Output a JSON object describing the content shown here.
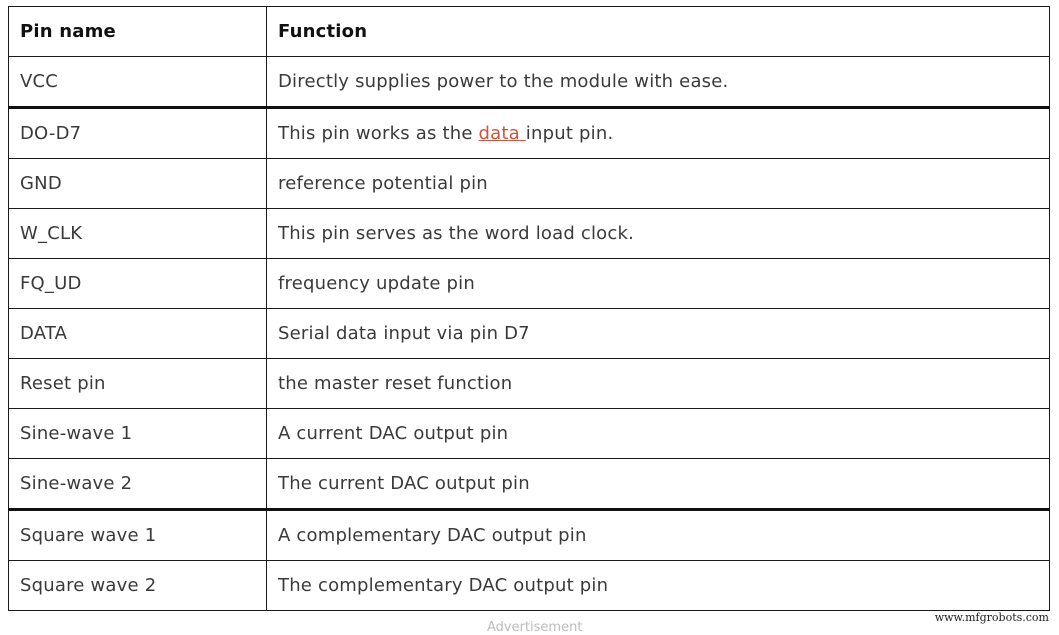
{
  "table": {
    "headers": [
      "Pin name",
      "Function"
    ],
    "rows": [
      {
        "pin": "VCC",
        "function": "Directly supplies power to the module with ease."
      },
      {
        "pin": "DO-D7",
        "function_pre": "This pin works as the ",
        "function_link": "data ",
        "function_post": "input pin."
      },
      {
        "pin": "GND",
        "function": "reference potential pin"
      },
      {
        "pin": "W_CLK",
        "function": "This pin serves as the word load clock."
      },
      {
        "pin": "FQ_UD",
        "function": "frequency update pin"
      },
      {
        "pin": "DATA",
        "function": "Serial data input via pin D7"
      },
      {
        "pin": "Reset pin",
        "function": "the master reset function"
      },
      {
        "pin": "Sine-wave 1",
        "function": "A current DAC output pin"
      },
      {
        "pin": "Sine-wave 2",
        "function": "The current DAC output pin"
      },
      {
        "pin": "Square wave 1",
        "function": "A complementary DAC output pin"
      },
      {
        "pin": "Square wave 2",
        "function": "The complementary DAC output pin"
      }
    ]
  },
  "link_color": "#d0533c",
  "watermark": "www.mfgrobots.com",
  "below_caption": "Advertisement"
}
